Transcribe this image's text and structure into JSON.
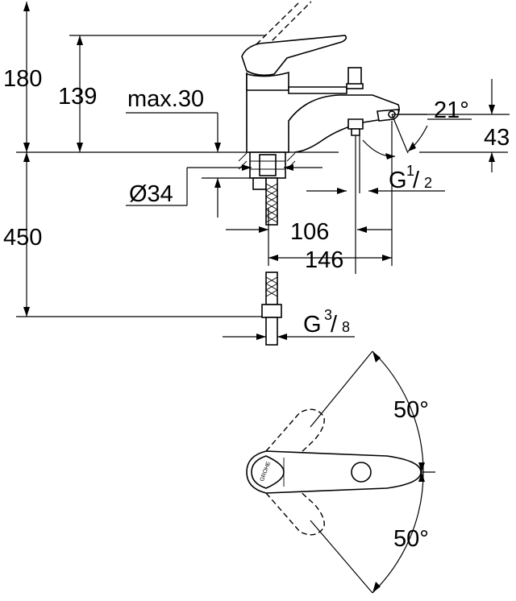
{
  "dimensions": {
    "total_height": "180",
    "spout_height": "139",
    "max_deck": "max.30",
    "hole_diameter": "Ø34",
    "hose_length": "450",
    "spout_reach_1": "106",
    "spout_reach_2": "146",
    "spout_angle": "21°",
    "outlet_height": "43",
    "outlet_thread": "G",
    "outlet_thread_num": "1",
    "outlet_thread_den": "2",
    "inlet_thread": "G",
    "inlet_thread_num": "3",
    "inlet_thread_den": "8",
    "swivel_angle_top": "50°",
    "swivel_angle_bottom": "50°"
  },
  "logo": "GROHE"
}
